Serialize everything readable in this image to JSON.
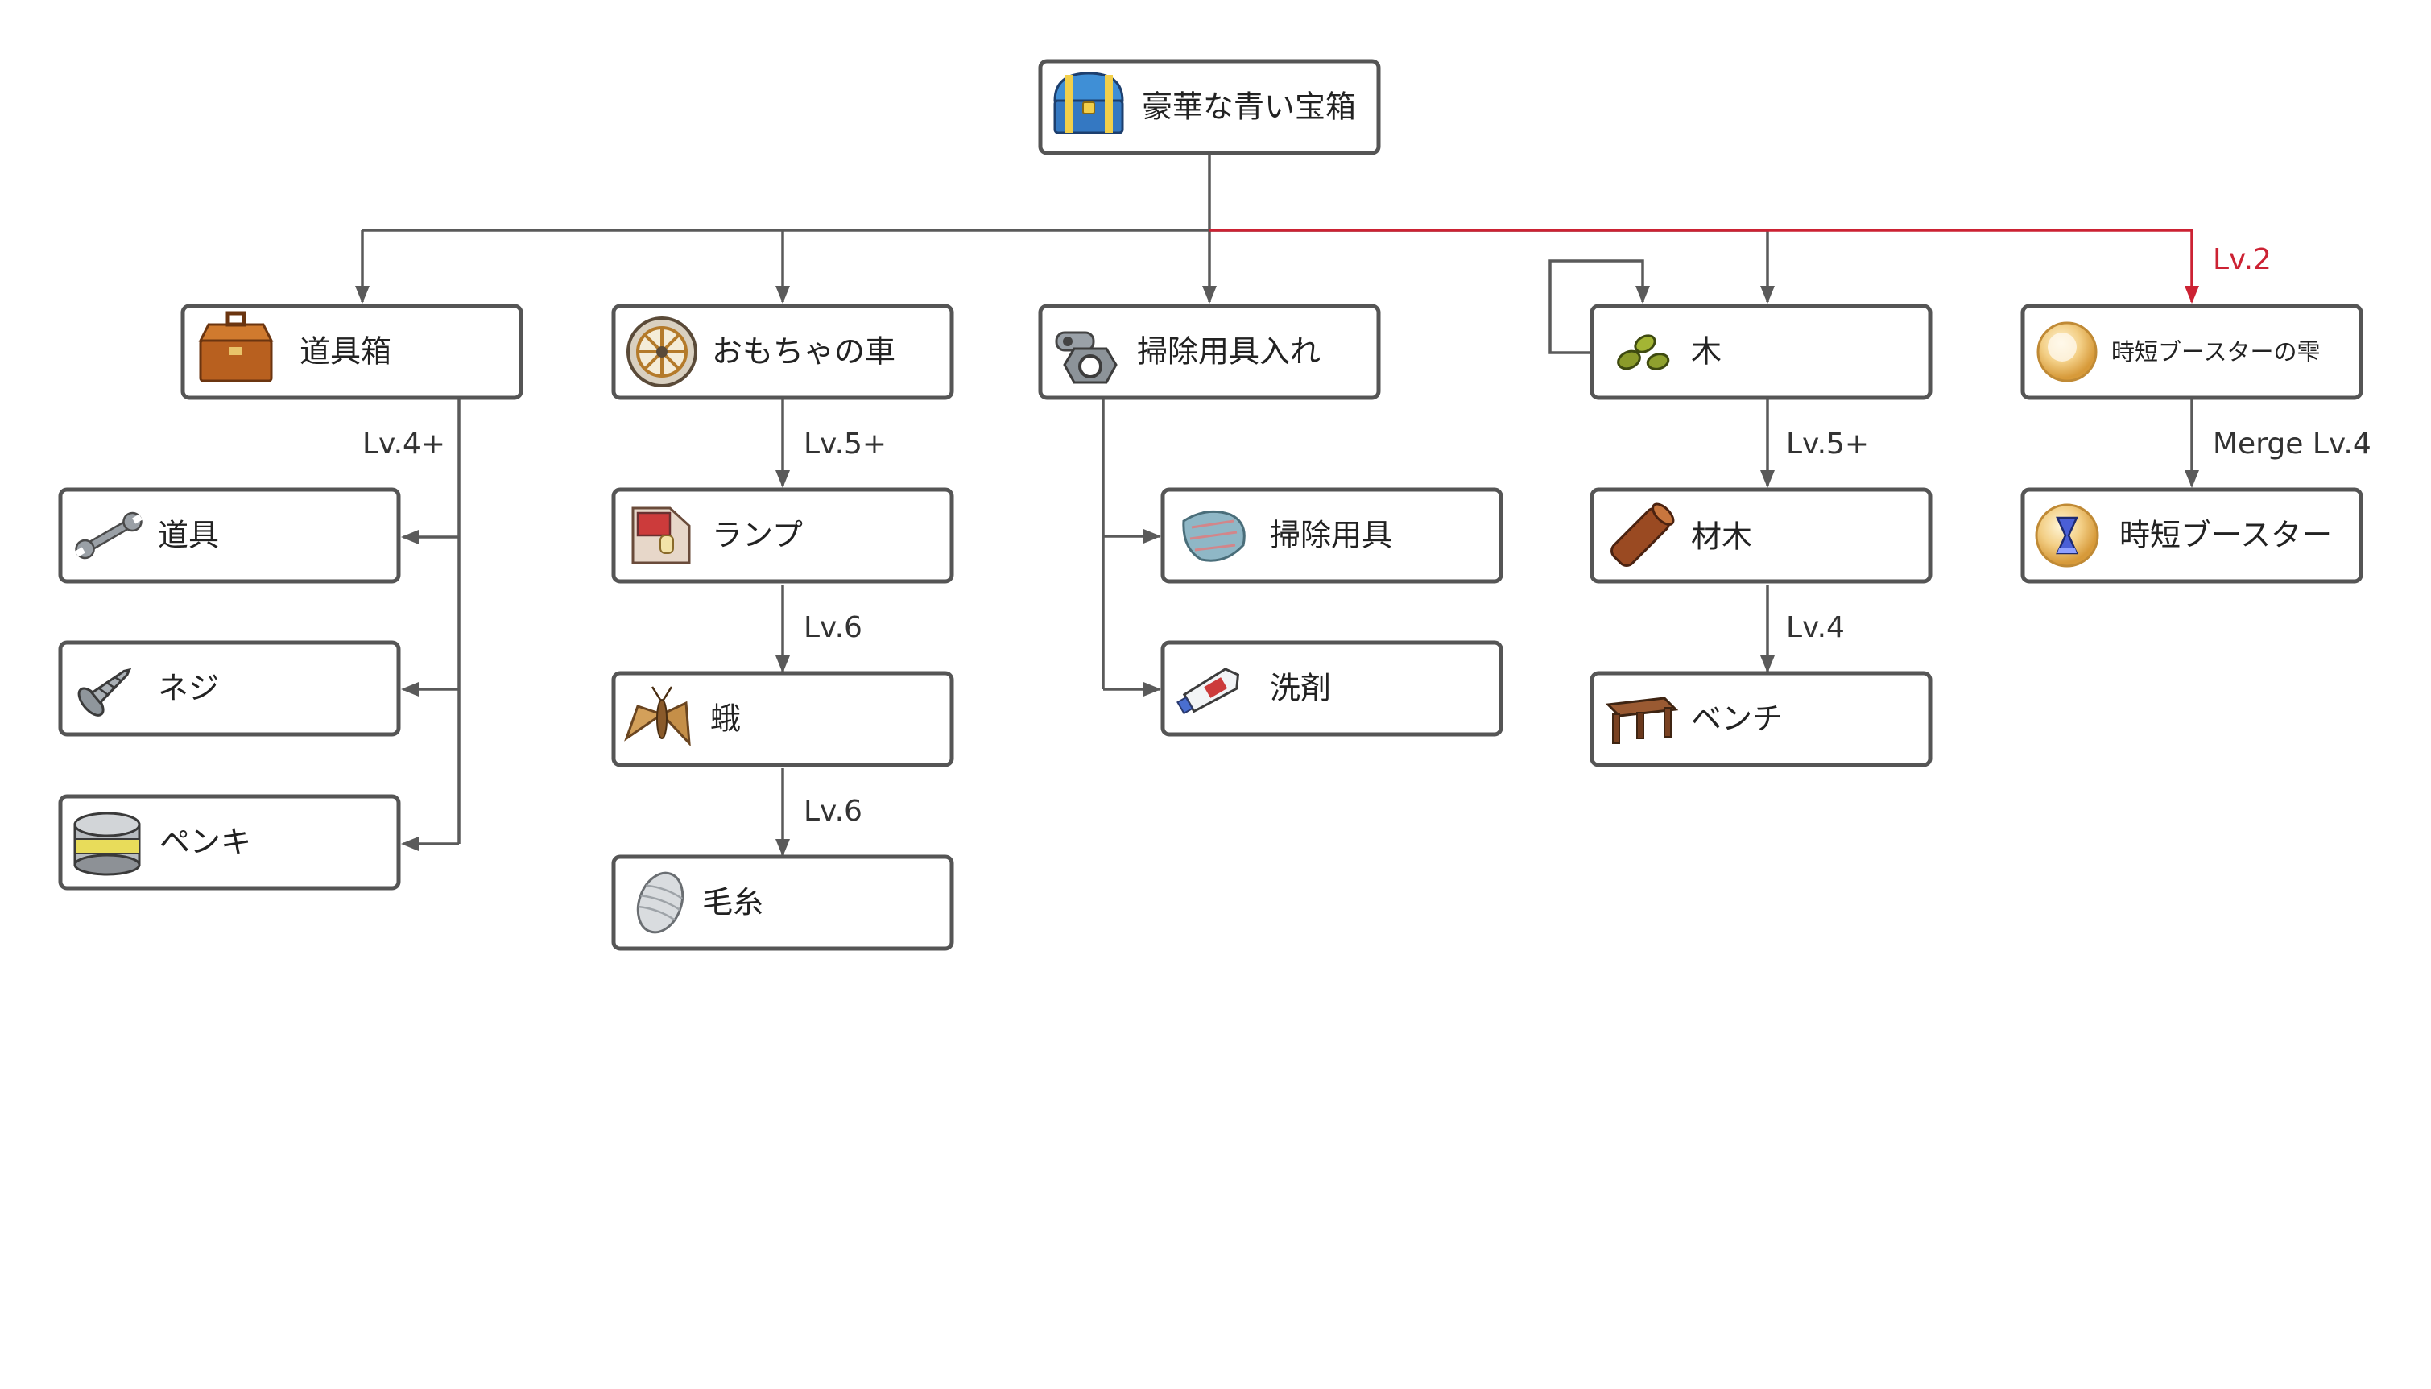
{
  "accent_colors": {
    "edge": "#5a5a5a",
    "highlight": "#cc2233"
  },
  "nodes": {
    "root": {
      "label": "豪華な青い宝箱",
      "icon": "blue-treasure-chest-icon"
    },
    "toolbox": {
      "label": "道具箱",
      "icon": "toolbox-icon"
    },
    "toycar": {
      "label": "おもちゃの車",
      "icon": "toy-wheel-icon"
    },
    "cleaning_box": {
      "label": "掃除用具入れ",
      "icon": "cleaning-box-icon"
    },
    "wood": {
      "label": "木",
      "icon": "seeds-icon"
    },
    "booster_drop": {
      "label": "時短ブースターの雫",
      "icon": "golden-drop-icon"
    },
    "tool": {
      "label": "道具",
      "icon": "wrench-icon"
    },
    "screw": {
      "label": "ネジ",
      "icon": "screw-icon"
    },
    "paint": {
      "label": "ペンキ",
      "icon": "paint-can-icon"
    },
    "lamp": {
      "label": "ランプ",
      "icon": "lamp-icon"
    },
    "moth": {
      "label": "蛾",
      "icon": "moth-icon"
    },
    "yarn": {
      "label": "毛糸",
      "icon": "cocoon-icon"
    },
    "cleaning_tool": {
      "label": "掃除用具",
      "icon": "cloth-icon"
    },
    "detergent": {
      "label": "洗剤",
      "icon": "toothpaste-icon"
    },
    "lumber": {
      "label": "材木",
      "icon": "log-icon"
    },
    "bench": {
      "label": "ベンチ",
      "icon": "bench-icon"
    },
    "booster": {
      "label": "時短ブースター",
      "icon": "hourglass-icon"
    }
  },
  "edge_labels": {
    "toolbox_children": "Lv.4+",
    "toycar_to_lamp": "Lv.5+",
    "lamp_to_moth": "Lv.6",
    "moth_to_yarn": "Lv.6",
    "wood_to_lumber": "Lv.5+",
    "lumber_to_bench": "Lv.4",
    "root_to_booster_drop": "Lv.2",
    "booster_drop_to_booster": "Merge Lv.4"
  }
}
